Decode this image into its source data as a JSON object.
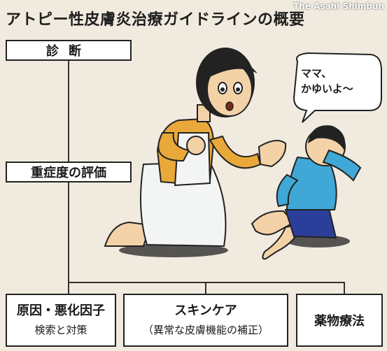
{
  "title": "アトピー性皮膚炎治療ガイドラインの概要",
  "credit": "The Asahi Shimbun",
  "flow": {
    "diagnosis": "診断",
    "severity": "重症度の評価",
    "cause_main": "原因・悪化因子",
    "cause_sub": "検索と対策",
    "skin_main": "スキンケア",
    "skin_sub": "（異常な皮膚機能の補正）",
    "drug": "薬物療法"
  },
  "speech_bubble": "ママ、\nかゆいよ～",
  "illustration": {
    "description_icons": [
      "mother-figure",
      "child-figure",
      "speech-bubble"
    ],
    "colors": {
      "background": "#f1ebdf",
      "mother_shirt": "#e8a93a",
      "apron": "#f3f4f4",
      "child_shirt": "#3fa8d6",
      "child_shorts": "#2b3f9a",
      "skin": "#f4d2a8",
      "hair": "#222222"
    }
  }
}
